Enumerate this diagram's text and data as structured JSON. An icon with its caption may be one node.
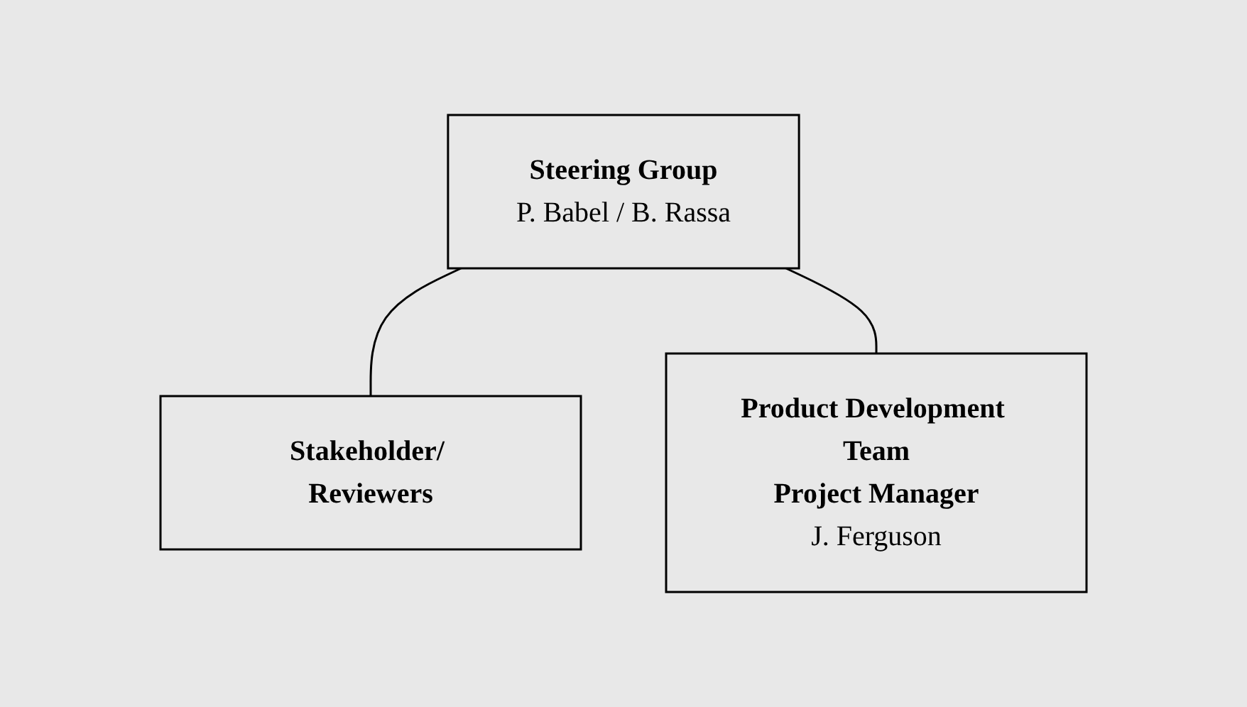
{
  "diagram": {
    "nodes": [
      {
        "text": [
          "Steering Group",
          "P. Babel / B. Rassa"
        ]
      },
      {
        "text": [
          "Stakeholder/ Reviewers"
        ]
      },
      {
        "text": [
          "Product Development Team",
          "Project Manager",
          "J. Ferguson"
        ]
      }
    ],
    "edges": [
      {
        "from": 0,
        "to": 1,
        "arrow": "none"
      },
      {
        "from": 0,
        "to": 2,
        "arrow": "none"
      }
    ]
  }
}
